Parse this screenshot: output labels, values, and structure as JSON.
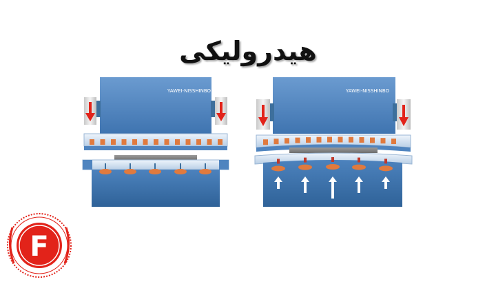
{
  "title": "هیدرولیکی",
  "brand_label": "YAWEI-NISSHINBO",
  "logo": {
    "letter": "F",
    "accent_color": "#e2231a"
  },
  "colors": {
    "body_blue": "#4f84bf",
    "body_blue_dark": "#2f6298",
    "rail_light": "#d5e4f3",
    "clamp": "#e07a3e",
    "arrow_red": "#e2231a",
    "arrow_white": "#ffffff"
  },
  "icons": [
    "down-arrow-icon",
    "up-arrow-icon",
    "logo-icon"
  ]
}
